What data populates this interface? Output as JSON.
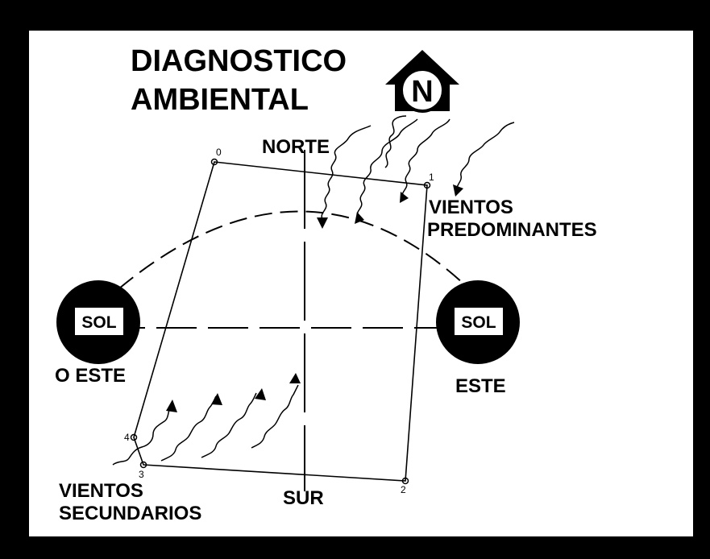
{
  "title_line1": "DIAGNOSTICO",
  "title_line2": "AMBIENTAL",
  "north_symbol_letter": "N",
  "labels": {
    "north": "NORTE",
    "south": "SUR",
    "east": "ESTE",
    "west": "O ESTE",
    "prevailing_winds_line1": "VIENTOS",
    "prevailing_winds_line2": "PREDOMINANTES",
    "secondary_winds_line1": "VIENTOS",
    "secondary_winds_line2": "SECUNDARIOS"
  },
  "sun_label_west": "SOL",
  "sun_label_east": "SOL",
  "vertices": [
    "0",
    "1",
    "2",
    "3",
    "4"
  ]
}
